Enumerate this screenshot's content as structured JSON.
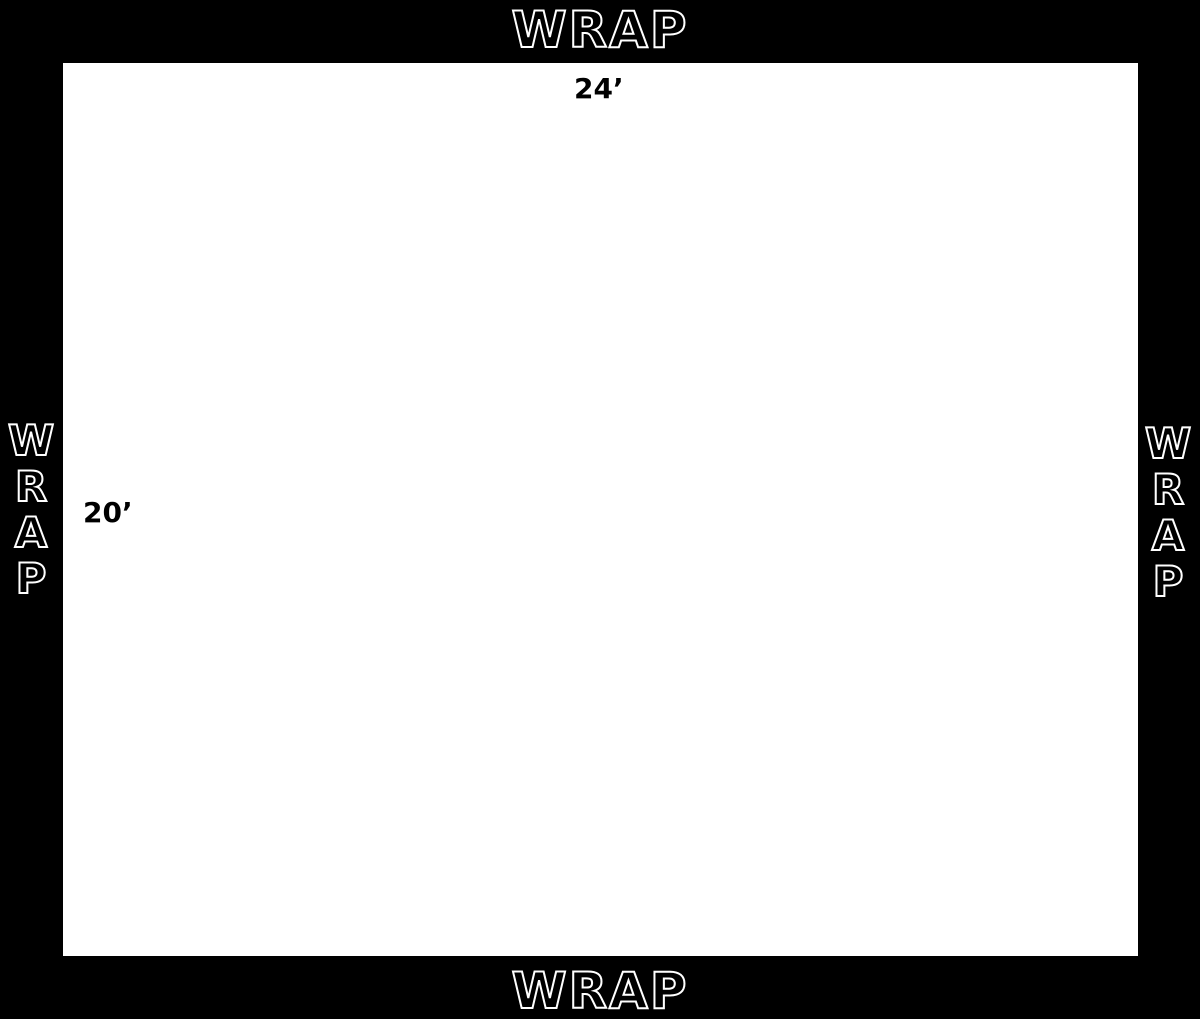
{
  "labels": {
    "top": "WRAP",
    "bottom": "WRAP",
    "left": [
      "W",
      "R",
      "A",
      "P"
    ],
    "right": [
      "W",
      "R",
      "A",
      "P"
    ]
  },
  "dimensions": {
    "width": "24’",
    "height": "20’"
  },
  "colors": {
    "border": "#000000",
    "panel": "#ffffff",
    "outline_text": "#ffffff"
  }
}
